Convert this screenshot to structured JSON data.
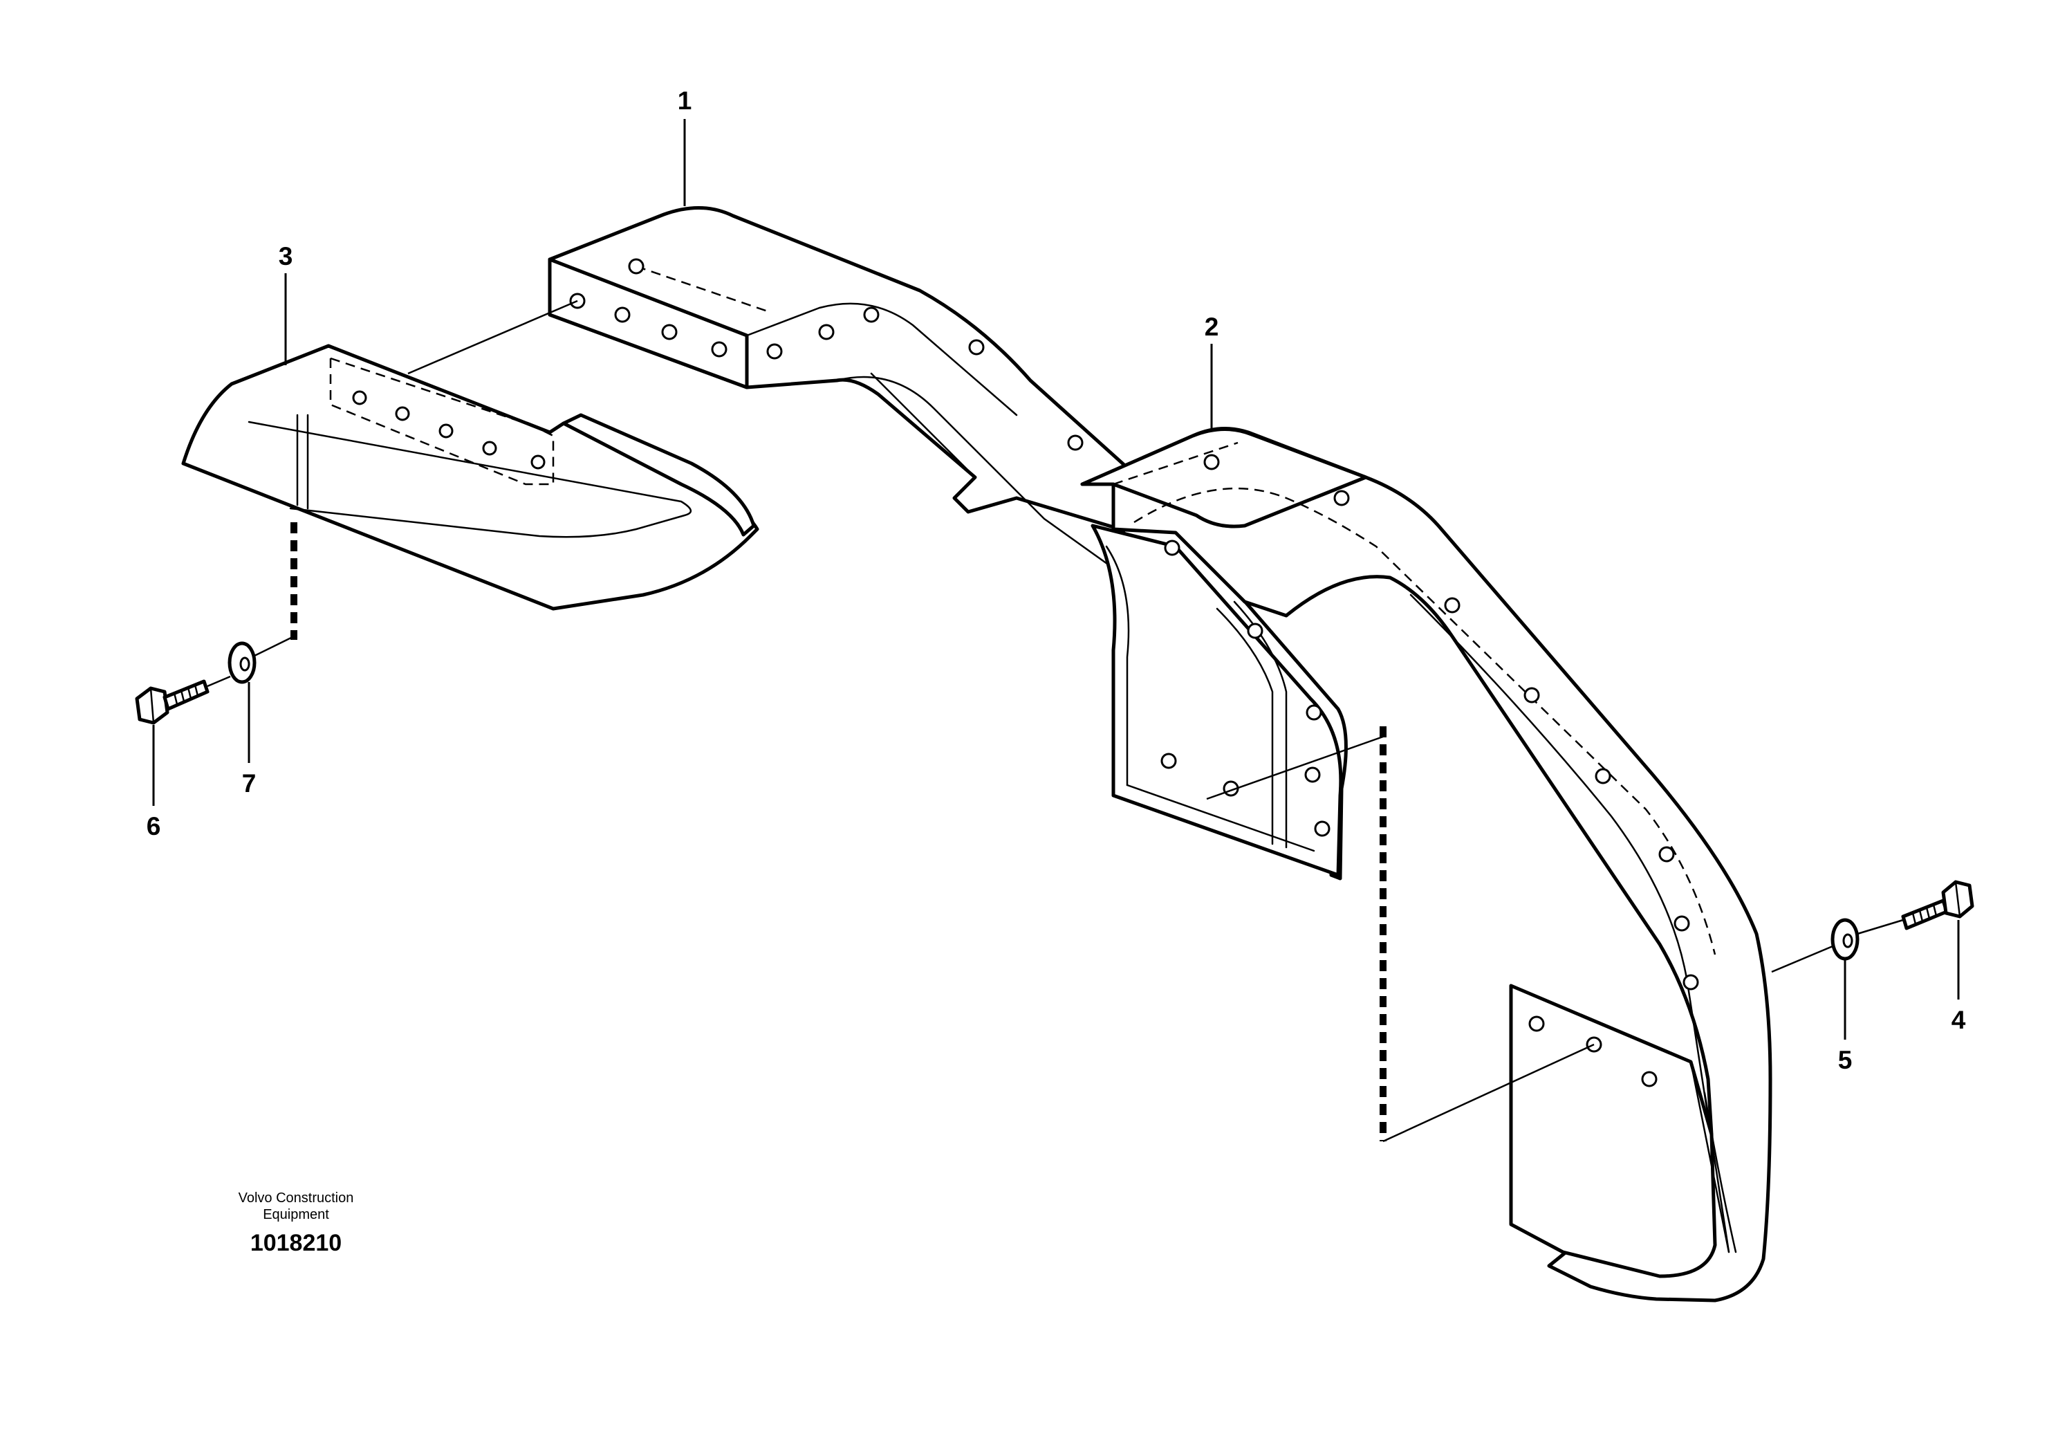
{
  "callouts": [
    {
      "id": "1",
      "label": "1"
    },
    {
      "id": "2",
      "label": "2"
    },
    {
      "id": "3",
      "label": "3"
    },
    {
      "id": "4",
      "label": "4"
    },
    {
      "id": "5",
      "label": "5"
    },
    {
      "id": "6",
      "label": "6"
    },
    {
      "id": "7",
      "label": "7"
    }
  ],
  "footer": {
    "company_line1": "Volvo Construction",
    "company_line2": "Equipment",
    "drawing_number": "1018210"
  }
}
